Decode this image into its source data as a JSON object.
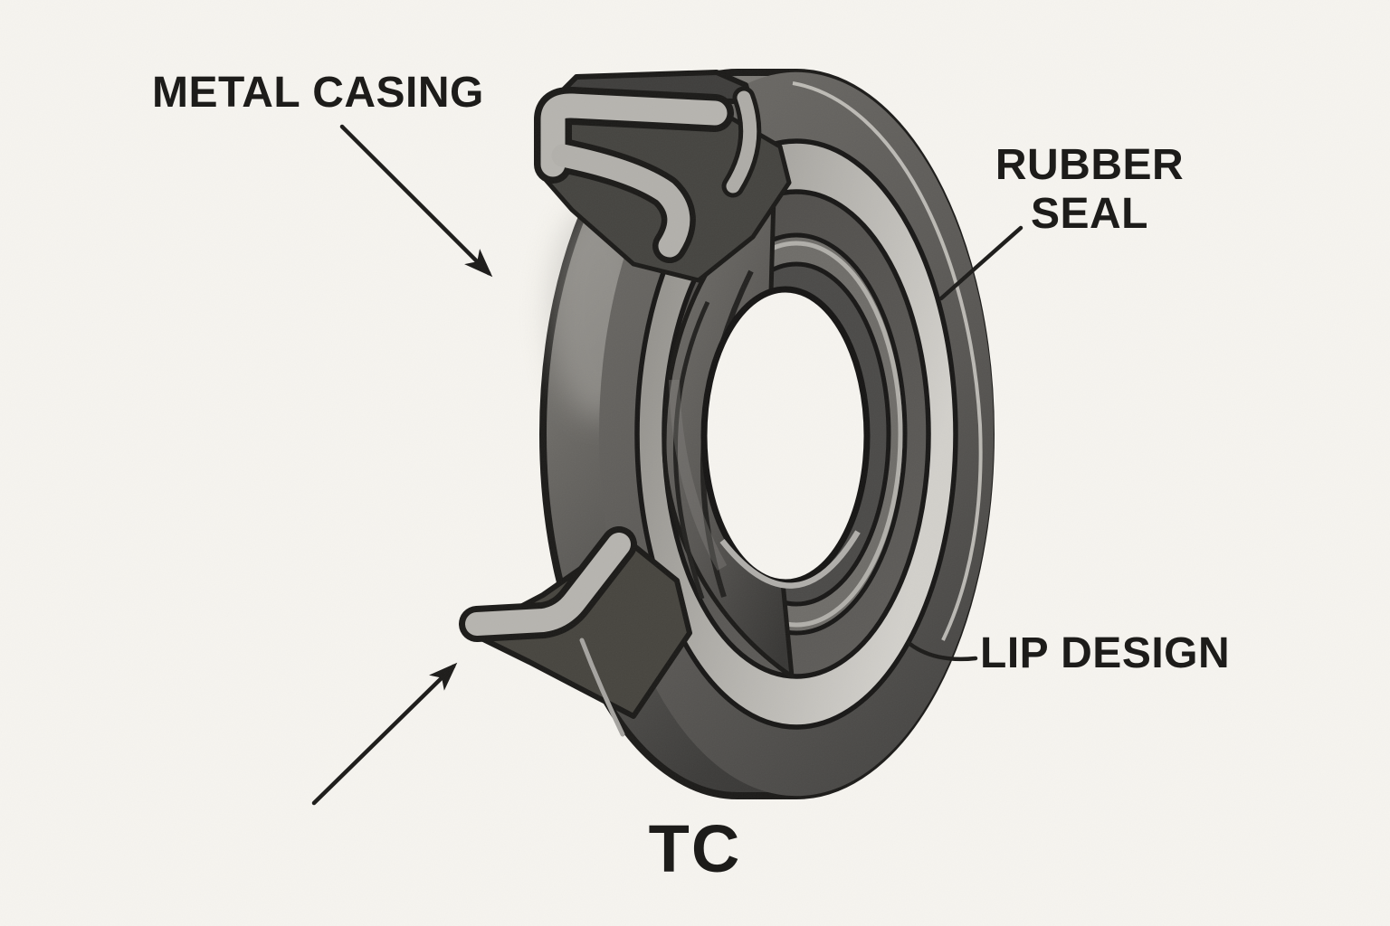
{
  "page": {
    "background": "#f6f4ef"
  },
  "diagram": {
    "subject": "TC oil seal cutaway illustration",
    "type_code": "TC",
    "labels": {
      "metal_casing": "METAL CASING",
      "rubber_seal": [
        "RUBBER",
        "SEAL"
      ],
      "lip_design": "LIP DESIGN"
    },
    "annotations": [
      {
        "label": "METAL CASING",
        "connector": "arrow",
        "points_to": "top cutaway cross-section"
      },
      {
        "label": "METAL CASING",
        "connector": "arrow-secondary",
        "points_to": "bottom cutaway cross-section"
      },
      {
        "label": "RUBBER SEAL",
        "connector": "line",
        "points_to": "outer face band"
      },
      {
        "label": "LIP DESIGN",
        "connector": "curved-line",
        "points_to": "outer edge lower right"
      }
    ],
    "colors": {
      "ink": "#1c1b19",
      "background": "#f6f4ef",
      "rubber_dark": "#454442",
      "rubber_mid": "#5d5b58",
      "metal_light": "#b6b4af",
      "highlight_band": "#cfcdc8"
    }
  }
}
